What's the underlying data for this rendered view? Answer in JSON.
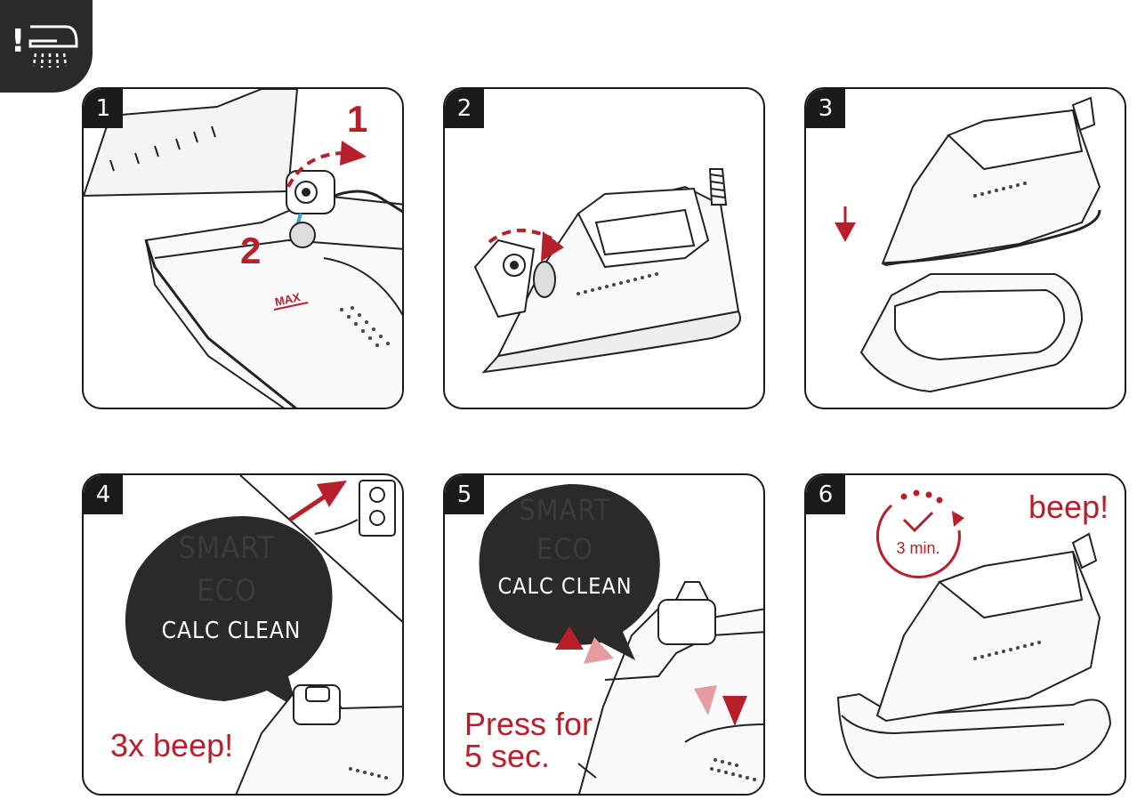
{
  "header_icon": {
    "name": "warning-steam-icon",
    "glyph": "!"
  },
  "colors": {
    "accent_red": "#b71f2a",
    "dark": "#1a1a1a",
    "bubble": "#2b2a29"
  },
  "panels": [
    {
      "number": "1",
      "labels": {
        "step_a": "1",
        "step_b": "2",
        "max_mark": "MAX"
      }
    },
    {
      "number": "2"
    },
    {
      "number": "3"
    },
    {
      "number": "4",
      "menu": {
        "item1": "SMART",
        "item2": "ECO",
        "item3": "CALC CLEAN"
      },
      "caption": "3x beep!"
    },
    {
      "number": "5",
      "menu": {
        "item1": "SMART",
        "item2": "ECO",
        "item3": "CALC CLEAN"
      },
      "caption_line1": "Press for",
      "caption_line2": "5 sec."
    },
    {
      "number": "6",
      "timer": "3 min.",
      "caption": "beep!"
    }
  ]
}
